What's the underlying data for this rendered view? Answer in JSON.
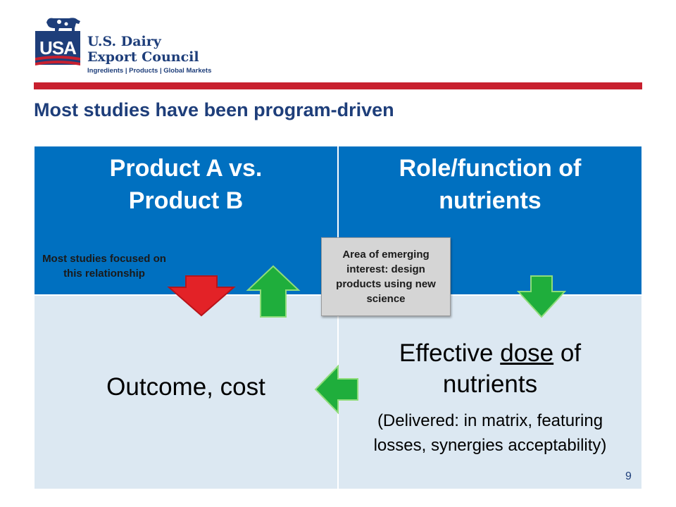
{
  "logo": {
    "mark_text": "USA",
    "name_line1": "U.S. Dairy",
    "name_line2": "Export Council",
    "tagline": "Ingredients | Products | Global Markets"
  },
  "slide": {
    "title": "Most studies have been program-driven",
    "page_number": "9"
  },
  "grid": {
    "top_left": "Product A vs. Product B",
    "top_right": "Role/function of nutrients",
    "bottom_left": "Outcome, cost",
    "bottom_right_pre": "Effective ",
    "bottom_right_underlined": "dose",
    "bottom_right_post": " of nutrients",
    "bottom_right_sub": "(Delivered: in matrix, featuring losses, synergies acceptability)"
  },
  "annotations": {
    "left_note": "Most studies focused on this relationship",
    "center_note": "Area of emerging interest: design products using new science"
  },
  "arrows": [
    {
      "name": "red-down-arrow",
      "direction": "down",
      "color": "#e32227"
    },
    {
      "name": "green-up-arrow",
      "direction": "up",
      "color": "#1fae3c"
    },
    {
      "name": "green-down-arrow",
      "direction": "down",
      "color": "#1fae3c"
    },
    {
      "name": "green-left-arrow",
      "direction": "left",
      "color": "#1fae3c"
    }
  ],
  "colors": {
    "brand_navy": "#1e3e7a",
    "brand_red": "#c8202f",
    "header_blue": "#0070c0",
    "cell_light": "#dce8f2"
  }
}
